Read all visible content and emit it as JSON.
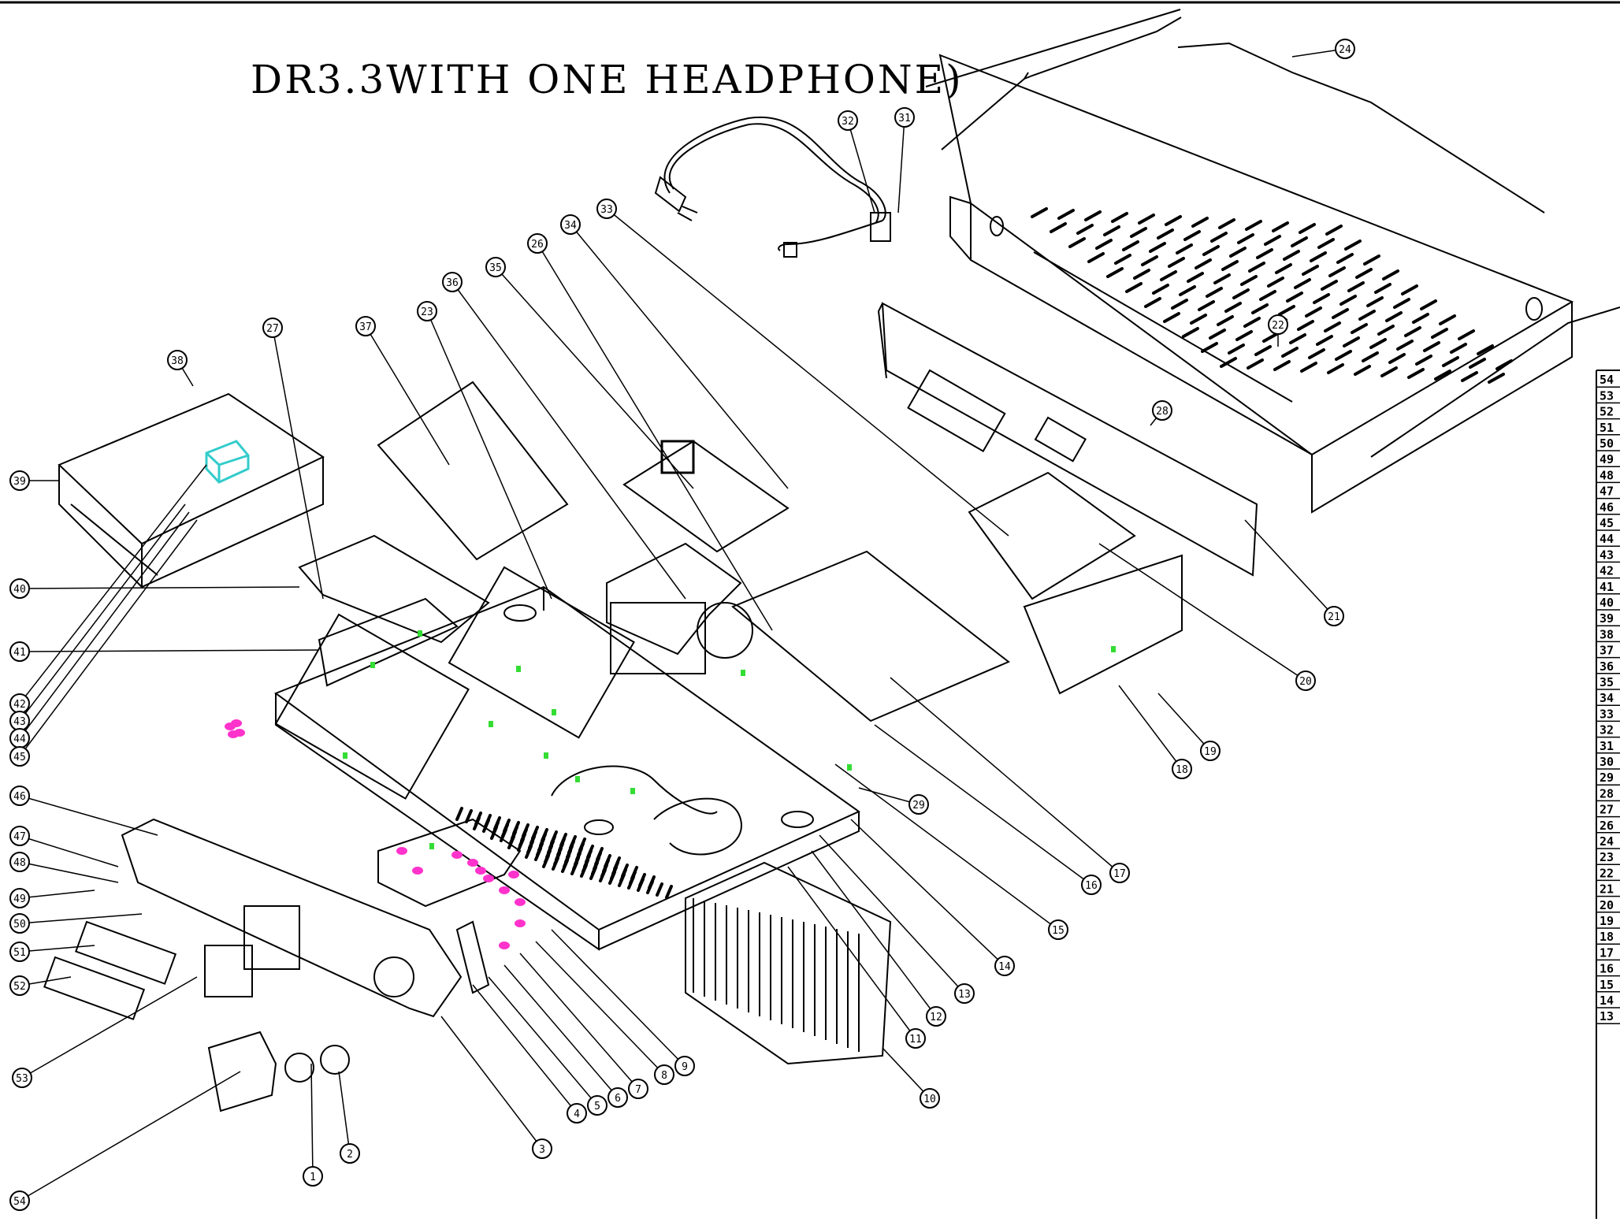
{
  "title": "DR3.3WITH ONE HEADPHONE)",
  "colors": {
    "line": "#000000",
    "screw_highlight": "#ff33cc",
    "marker": "#33dd33",
    "knob_highlight": "#33cccc"
  },
  "callouts": [
    "1",
    "2",
    "3",
    "4",
    "5",
    "6",
    "7",
    "8",
    "9",
    "10",
    "11",
    "12",
    "13",
    "14",
    "15",
    "16",
    "17",
    "18",
    "19",
    "20",
    "21",
    "22",
    "23",
    "24",
    "26",
    "27",
    "28",
    "29",
    "31",
    "32",
    "33",
    "34",
    "35",
    "36",
    "37",
    "38",
    "39",
    "40",
    "41",
    "42",
    "43",
    "44",
    "45",
    "46",
    "47",
    "48",
    "49",
    "50",
    "51",
    "52",
    "53",
    "54"
  ],
  "parts_table": [
    "54",
    "53",
    "52",
    "51",
    "50",
    "49",
    "48",
    "47",
    "46",
    "45",
    "44",
    "43",
    "42",
    "41",
    "40",
    "39",
    "38",
    "37",
    "36",
    "35",
    "34",
    "33",
    "32",
    "31",
    "30",
    "29",
    "28",
    "27",
    "26",
    "24",
    "23",
    "22",
    "21",
    "20",
    "19",
    "18",
    "17",
    "16",
    "15",
    "14",
    "13"
  ]
}
